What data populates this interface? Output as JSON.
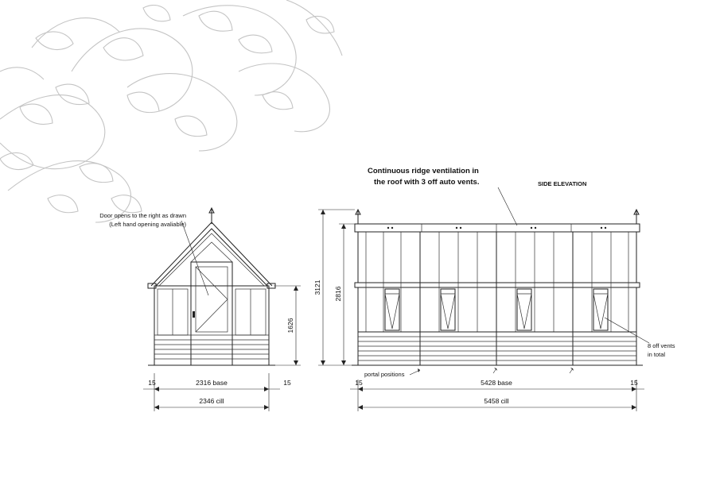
{
  "annotations": {
    "door_note_line1": "Door opens to the right as drawn",
    "door_note_line2": "(Left hand opening avaliable)",
    "ridge_note_line1": "Continuous ridge ventilation in",
    "ridge_note_line2": "the roof with 3 off auto vents.",
    "side_elevation_title": "SIDE ELEVATION",
    "vents_note_line1": "8 off vents",
    "vents_note_line2": "in total",
    "portal_positions": "portal positions"
  },
  "front_dimensions": {
    "left_offset": "15",
    "right_offset": "15",
    "base": "2316 base",
    "cill": "2346 cill",
    "eave_height": "1626"
  },
  "side_dimensions": {
    "left_offset": "15",
    "right_offset": "15",
    "base": "5428 base",
    "cill": "5458 cill",
    "overall_height": "3121",
    "eave_height": "2816"
  }
}
